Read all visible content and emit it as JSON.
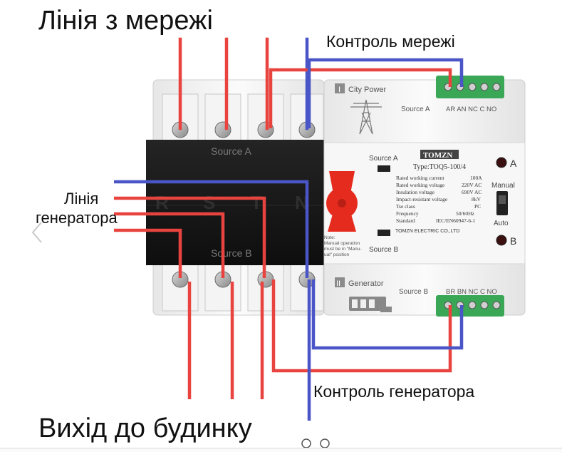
{
  "labels": {
    "mains_line": "Лінія з мережі",
    "mains_control": "Контроль мережі",
    "generator_line_1": "Лінія",
    "generator_line_2": "генератора",
    "generator_control": "Контроль генератора",
    "house_output": "Вихід до будинку"
  },
  "device": {
    "brand": "TOMZN",
    "type_text": "Type:TOQ5-100/4",
    "source_a": "Source A",
    "source_b": "Source B",
    "phase_letters": [
      "R",
      "S",
      "T",
      "N"
    ],
    "city_power": "City Power",
    "city_power_numeral": "I",
    "generator": "Generator",
    "generator_numeral": "II",
    "terminals_a": "AR AN NC C NO",
    "terminals_b": "BR BN NC C NO",
    "indicator_a": "A",
    "indicator_b": "B",
    "mode_manual": "Manual",
    "mode_auto": "Auto",
    "specs": [
      {
        "name": "Rated working current",
        "value": "100A"
      },
      {
        "name": "Rated working voltage",
        "value": "220V AC"
      },
      {
        "name": "Insulation voltage",
        "value": "690V AC"
      },
      {
        "name": "Impact-resistant voltage",
        "value": "8kV"
      },
      {
        "name": "Tse class",
        "value": "PC"
      },
      {
        "name": "Frequency",
        "value": "50/60Hz"
      },
      {
        "name": "Standard",
        "value": "IEC/EN60947-6-1"
      }
    ],
    "manufacturer": "TOMZN ELECTRIC CO.,LTD",
    "note": [
      "Note:",
      "Manual operation",
      "must be in \"Manu-",
      "ual\" position"
    ]
  },
  "colors": {
    "red_wire": "#e8433f",
    "red_wire_light": "#f08a86",
    "blue_wire": "#4a56c8",
    "blue_wire_light": "#7d86db",
    "housing": "#f2f2f2",
    "panel_black": "#161616",
    "terminal_green": "#3aa757",
    "knob": "#e52b1e"
  }
}
